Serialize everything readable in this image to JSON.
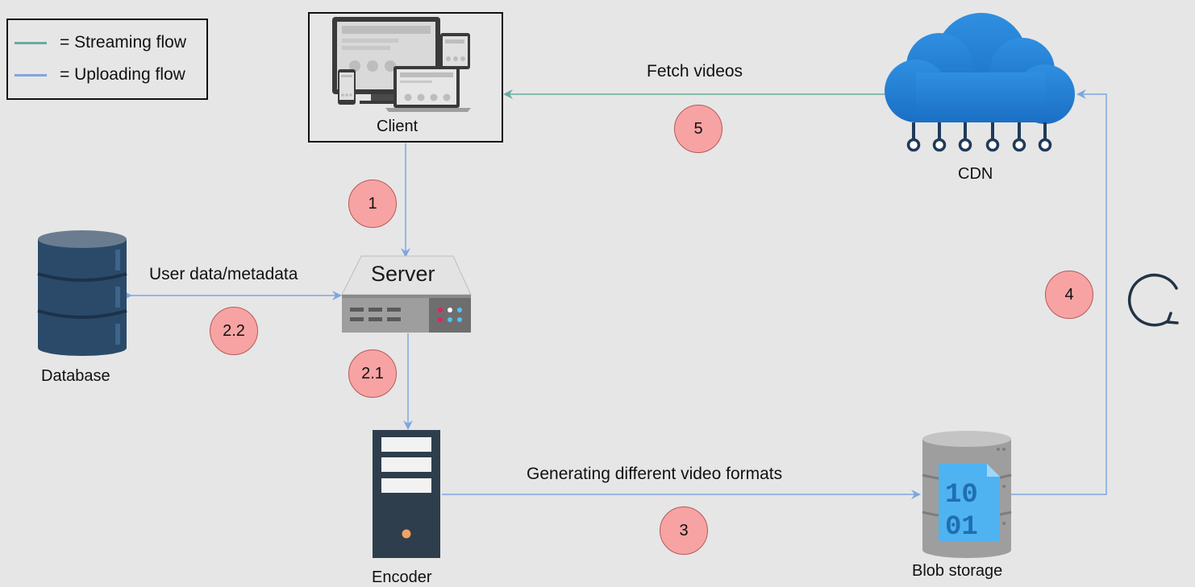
{
  "legend": {
    "streaming_label": "= Streaming flow",
    "uploading_label": "= Uploading flow"
  },
  "colors": {
    "streaming": "#67ab9f",
    "uploading": "#7ea6e0",
    "badge": "#f8a3a3",
    "background": "#e6e6e6"
  },
  "nodes": {
    "client": "Client",
    "server": "Server",
    "database": "Database",
    "encoder": "Encoder",
    "blob_storage": "Blob storage",
    "cdn": "CDN",
    "blob_bits_top": "10",
    "blob_bits_bottom": "01"
  },
  "edges": {
    "fetch_videos": "Fetch videos",
    "user_data": "User data/metadata",
    "generating_formats": "Generating different video formats"
  },
  "steps": {
    "s1": "1",
    "s2_1": "2.1",
    "s2_2": "2.2",
    "s3": "3",
    "s4": "4",
    "s5": "5"
  },
  "icons": [
    "cloud-icon",
    "server-icon",
    "database-icon",
    "encoder-icon",
    "blob-storage-icon",
    "devices-icon",
    "refresh-cycle-icon"
  ]
}
